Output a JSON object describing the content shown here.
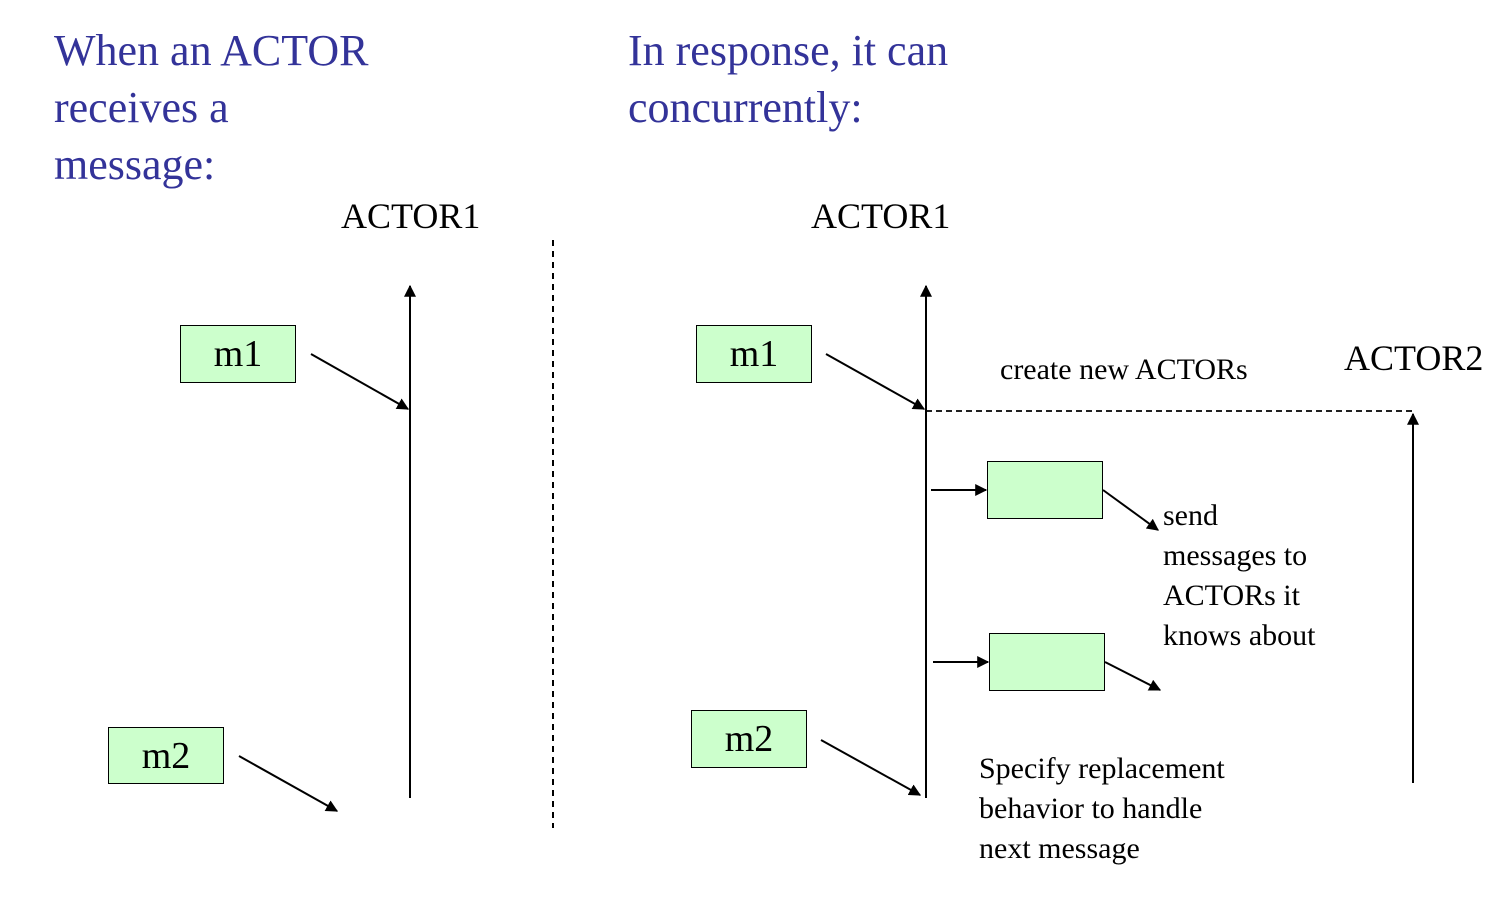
{
  "headings": {
    "left": "When an ACTOR\nreceives a\nmessage:",
    "right": "In response, it can\nconcurrently:"
  },
  "left_panel": {
    "actor_label": "ACTOR1",
    "messages": [
      {
        "label": "m1"
      },
      {
        "label": "m2"
      }
    ]
  },
  "right_panel": {
    "actor1_label": "ACTOR1",
    "actor2_label": "ACTOR2",
    "messages": [
      {
        "label": "m1"
      },
      {
        "label": "m2"
      }
    ],
    "notes": {
      "create": "create new ACTORs",
      "send": "send\nmessages to\nACTORs it\nknows about",
      "replace": "Specify replacement\nbehavior to handle\nnext message"
    }
  },
  "colors": {
    "heading": "#333399",
    "box_fill": "#ccffcc",
    "line": "#000000"
  }
}
